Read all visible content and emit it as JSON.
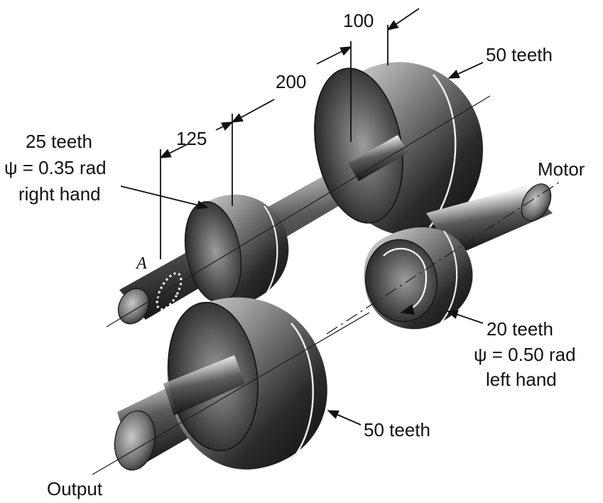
{
  "labels": {
    "dim_100": "100",
    "dim_200": "200",
    "dim_125": "125",
    "gear_top_right": "50 teeth",
    "gear_bottom": "50 teeth",
    "pinion_left_l1": "25 teeth",
    "pinion_left_l2": "ψ = 0.35 rad",
    "pinion_left_l3": "right hand",
    "motor": "Motor",
    "pinion_motor_l1": "20 teeth",
    "pinion_motor_l2": "ψ = 0.50 rad",
    "pinion_motor_l3": "left hand",
    "output": "Output",
    "point_a": "A"
  },
  "colors": {
    "ink": "#111111",
    "metal_dark": "#141414",
    "metal_mid": "#6a6a6a",
    "metal_light": "#d9d9d9"
  }
}
